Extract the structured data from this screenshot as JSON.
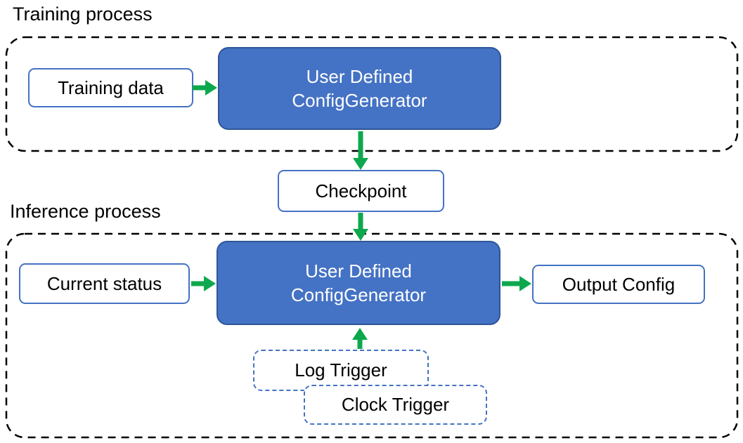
{
  "colors": {
    "box_blue_fill": "#4472C4",
    "box_blue_border": "#2F5597",
    "white_box_border": "#4472C4",
    "trigger_border": "#4472C4",
    "arrow_green": "#0DA84D",
    "container_border": "#000000",
    "text_dark": "#000000",
    "text_light": "#FFFFFF"
  },
  "training": {
    "title": "Training process",
    "input_label": "Training data",
    "generator": {
      "lines": [
        "User Defined",
        "ConfigGenerator"
      ]
    }
  },
  "checkpoint": {
    "label": "Checkpoint"
  },
  "inference": {
    "title": "Inference process",
    "input_label": "Current status",
    "generator": {
      "lines": [
        "User Defined",
        "ConfigGenerator"
      ]
    },
    "output_label": "Output Config",
    "triggers": {
      "log": "Log Trigger",
      "clock": "Clock Trigger"
    }
  }
}
